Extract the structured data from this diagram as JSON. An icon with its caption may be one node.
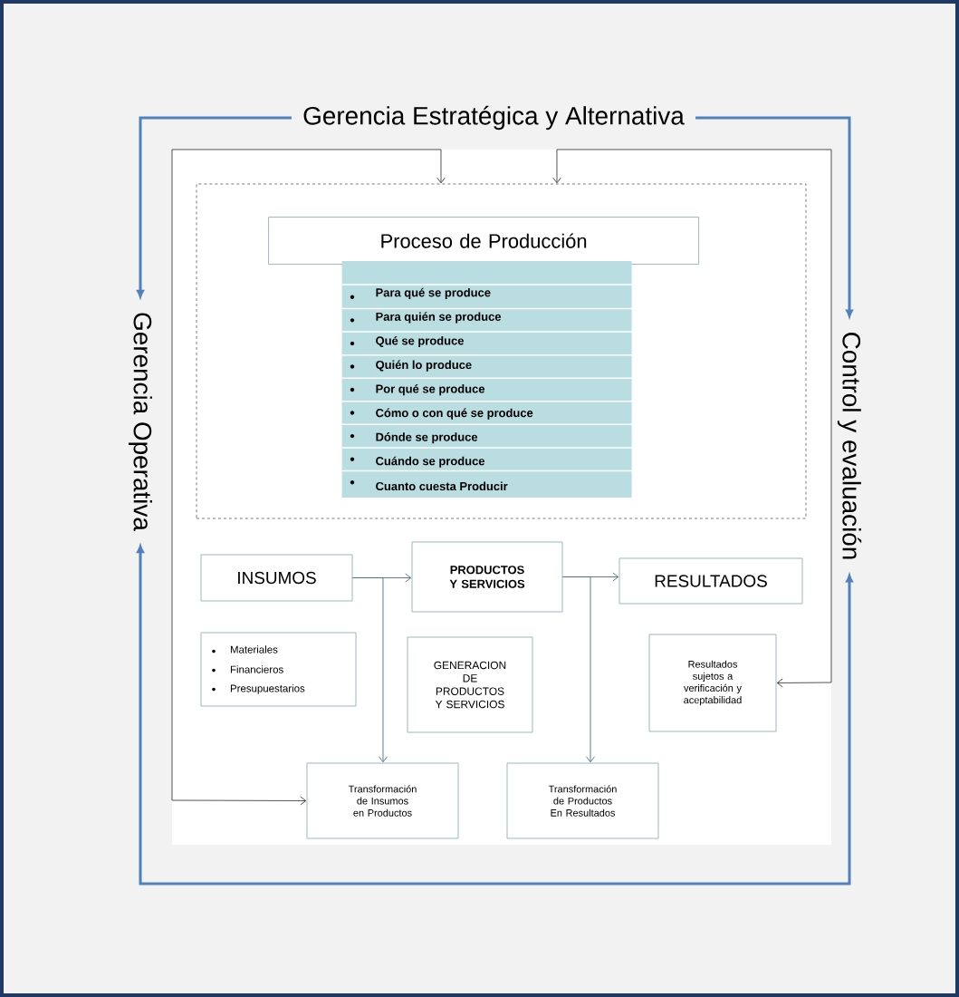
{
  "diagram": {
    "nodes": [
      {
        "text": [
          "Gerencia Estratégica y Alternativa"
        ]
      },
      {
        "text": [
          "Gerencia Operativa"
        ]
      },
      {
        "text": [
          "Control y evaluación"
        ]
      },
      {
        "text": [],
        "shape": "box"
      },
      {
        "text": [
          "Proceso de Producción"
        ],
        "in": 3
      },
      {
        "text": [
          "Para qué se produce",
          "Para quién se produce",
          "Qué se produce",
          "Quién lo produce",
          "Por qué se produce",
          "Cómo o con  qué se produce",
          "Dónde se produce",
          "Cuándo se produce",
          "Cuanto cuesta Producir"
        ],
        "in": 3
      },
      {
        "text": [
          "INSUMOS"
        ]
      },
      {
        "text": [
          "PRODUCTOS Y SERVICIOS"
        ]
      },
      {
        "text": [
          "RESULTADOS"
        ]
      },
      {
        "text": [
          "Materiales",
          "Financieros",
          "Presupuestarios"
        ]
      },
      {
        "text": [
          "GENERACION DE PRODUCTOS Y SERVICIOS"
        ]
      },
      {
        "text": [
          "Resultados sujetos a verificación y aceptabilidad"
        ]
      },
      {
        "text": [
          "Transformación de Insumos en Productos"
        ]
      },
      {
        "text": [
          "Transformación de Productos En Resultados"
        ]
      }
    ],
    "edges": [
      {
        "from": 0,
        "to": 1,
        "arrow": "to",
        "style": "thick",
        "color": "#4f81bd"
      },
      {
        "from": 0,
        "to": 2,
        "arrow": "to",
        "style": "thick",
        "color": "#4f81bd"
      },
      {
        "from": 1,
        "to": 2,
        "arrow": "both",
        "style": "thick",
        "color": "#4f81bd"
      },
      {
        "from": null,
        "to": 3,
        "arrow": "to",
        "color": "#404040"
      },
      {
        "from": null,
        "to": 3,
        "arrow": "to",
        "color": "#404040"
      },
      {
        "from": null,
        "to": 11,
        "arrow": "to",
        "color": "#404040"
      },
      {
        "from": null,
        "to": 12,
        "arrow": "to",
        "color": "#404040"
      },
      {
        "from": 6,
        "to": 7,
        "arrow": "to"
      },
      {
        "from": 6,
        "to": 12,
        "arrow": "to"
      },
      {
        "from": 7,
        "to": 8,
        "arrow": "to"
      },
      {
        "from": 7,
        "to": 13,
        "arrow": "to"
      }
    ]
  }
}
